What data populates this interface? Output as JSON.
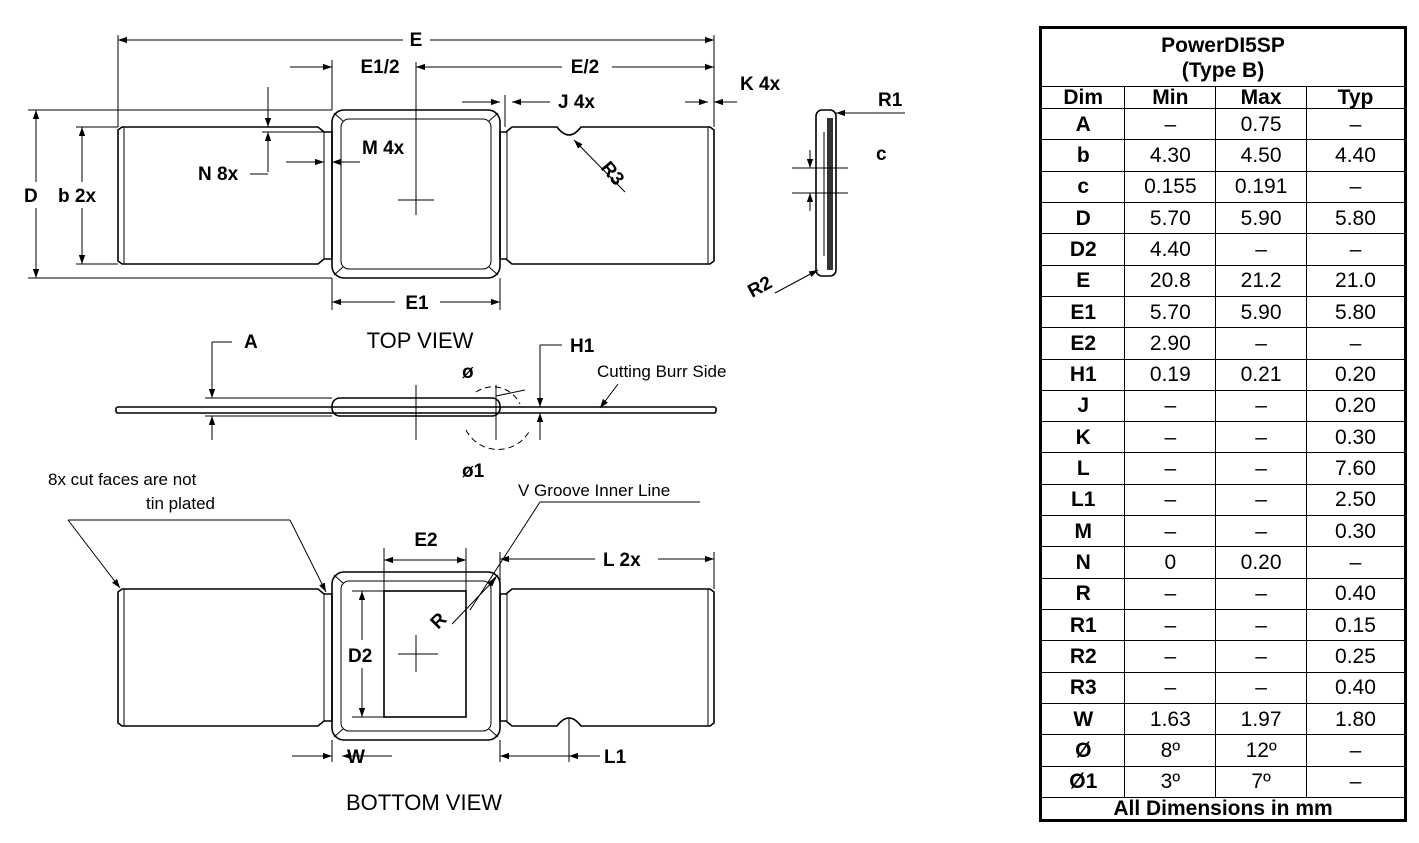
{
  "drawing": {
    "views": {
      "top": "TOP VIEW",
      "bottom": "BOTTOM VIEW"
    },
    "labels": {
      "E": "E",
      "E1_2": "E1/2",
      "E_2": "E/2",
      "K4x": "K 4x",
      "J4x": "J 4x",
      "D": "D",
      "b2x": "b 2x",
      "N8x": "N 8x",
      "M4x": "M 4x",
      "R3": "R3",
      "E1": "E1",
      "R1": "R1",
      "c": "c",
      "R2": "R2",
      "A": "A",
      "H1": "H1",
      "phi": "ø",
      "phi1": "ø1",
      "E2": "E2",
      "L2x": "L 2x",
      "D2": "D2",
      "R": "R",
      "W": "W",
      "L1": "L1"
    },
    "notes": {
      "cutting_burr": "Cutting Burr Side",
      "cut_faces_1": "8x cut faces are not",
      "cut_faces_2": "tin plated",
      "v_groove": "V Groove Inner Line"
    }
  },
  "table": {
    "title_line1": "PowerDI5SP",
    "title_line2": "(Type B)",
    "headers": [
      "Dim",
      "Min",
      "Max",
      "Typ"
    ],
    "rows": [
      [
        "A",
        "–",
        "0.75",
        "–"
      ],
      [
        "b",
        "4.30",
        "4.50",
        "4.40"
      ],
      [
        "c",
        "0.155",
        "0.191",
        "–"
      ],
      [
        "D",
        "5.70",
        "5.90",
        "5.80"
      ],
      [
        "D2",
        "4.40",
        "–",
        "–"
      ],
      [
        "E",
        "20.8",
        "21.2",
        "21.0"
      ],
      [
        "E1",
        "5.70",
        "5.90",
        "5.80"
      ],
      [
        "E2",
        "2.90",
        "–",
        "–"
      ],
      [
        "H1",
        "0.19",
        "0.21",
        "0.20"
      ],
      [
        "J",
        "–",
        "–",
        "0.20"
      ],
      [
        "K",
        "–",
        "–",
        "0.30"
      ],
      [
        "L",
        "–",
        "–",
        "7.60"
      ],
      [
        "L1",
        "–",
        "–",
        "2.50"
      ],
      [
        "M",
        "–",
        "–",
        "0.30"
      ],
      [
        "N",
        "0",
        "0.20",
        "–"
      ],
      [
        "R",
        "–",
        "–",
        "0.40"
      ],
      [
        "R1",
        "–",
        "–",
        "0.15"
      ],
      [
        "R2",
        "–",
        "–",
        "0.25"
      ],
      [
        "R3",
        "–",
        "–",
        "0.40"
      ],
      [
        "W",
        "1.63",
        "1.97",
        "1.80"
      ],
      [
        "Ø",
        "8º",
        "12º",
        "–"
      ],
      [
        "Ø1",
        "3º",
        "7º",
        "–"
      ]
    ],
    "footer": "All Dimensions in mm"
  }
}
